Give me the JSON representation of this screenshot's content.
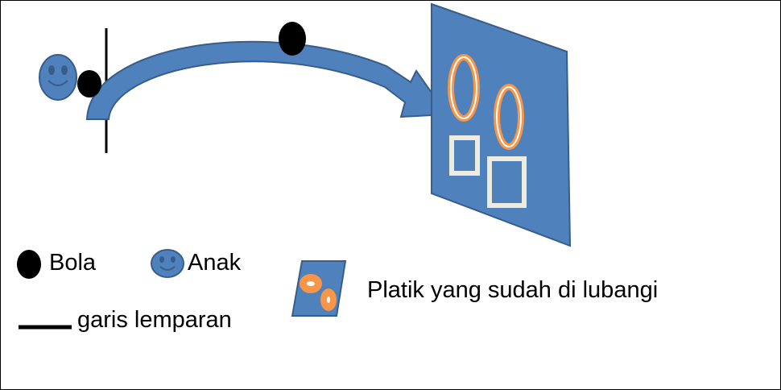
{
  "colors": {
    "border": "#000000",
    "arrow_fill": "#4f81bd",
    "arrow_stroke": "#385d8a",
    "face_fill": "#4f81bd",
    "board_fill": "#4f81bd",
    "ring_orange": "#f79646",
    "ring_white": "#ffffff",
    "square_outline": "#eeece1",
    "ball": "#000000",
    "line": "#000000"
  },
  "icons": {
    "child": "smiley-face-icon",
    "ball": "black-ellipse",
    "throw_line": "vertical-line",
    "board": "perforated-board-icon"
  },
  "legend": {
    "bola": "Bola",
    "anak": "Anak",
    "garis": "garis lemparan",
    "platik": "Platik yang sudah di lubangi"
  }
}
